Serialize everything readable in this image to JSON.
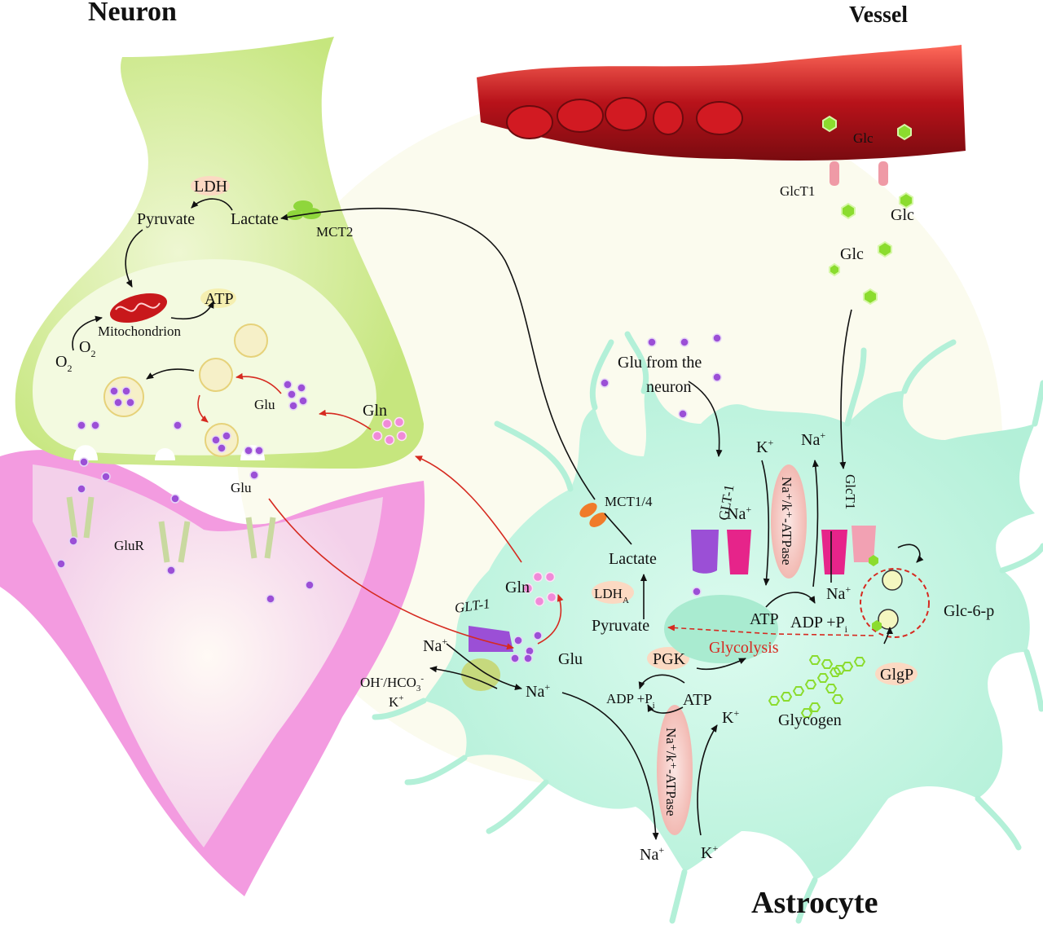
{
  "titles": {
    "neuron": "Neuron",
    "vessel": "Vessel",
    "astrocyte": "Astrocyte"
  },
  "neuron": {
    "ldh": "LDH",
    "pyruvate": "Pyruvate",
    "lactate": "Lactate",
    "mct2": "MCT2",
    "mitochondrion": "Mitochondrion",
    "atp": "ATP",
    "o2_a": "O",
    "o2_b": "O",
    "o2_sub": "2",
    "glu": "Glu",
    "gln": "Gln",
    "glu_cleft": "Glu",
    "glur": "GluR"
  },
  "vessel": {
    "glc_in": "Glc",
    "glct1": "GlcT1",
    "glc_a": "Glc",
    "glc_b": "Glc"
  },
  "astrocyte": {
    "glu_from_neuron_1": "Glu from the",
    "glu_from_neuron_2": "neuron",
    "mct14": "MCT1/4",
    "lactate": "Lactate",
    "ldha": "LDH",
    "ldha_sub": "A",
    "pyruvate": "Pyruvate",
    "glt1_top": "GLT-1",
    "na_top": "Na",
    "k_top": "K",
    "na_top_right": "Na",
    "pump_top": "Na⁺/k⁺-ATPase",
    "glct1": "GlcT1",
    "na_glct1": "Na",
    "atp": "ATP",
    "adp_pi": "ADP +P",
    "pi_sub": "i",
    "glc6p": "Glc-6-p",
    "glycolysis": "Glycolysis",
    "pgk": "PGK",
    "adp_pi_2": "ADP +P",
    "atp_2": "ATP",
    "glgp": "GlgP",
    "glycogen": "Glycogen",
    "glt1_left": "GLT-1",
    "gln": "Gln",
    "glu": "Glu",
    "na_left": "Na",
    "na_mid": "Na",
    "oh_hco3": "OH",
    "hco3": "/HCO",
    "k_left": "K",
    "pump_bottom": "Na⁺/k⁺-ATPase",
    "k_bottom_a": "K",
    "k_bottom_b": "K",
    "na_bottom": "Na"
  },
  "colors": {
    "neuron_fill": "#cde98a",
    "postsyn_fill": "#f39be0",
    "astro_fill": "#bff5e0",
    "vessel_fill": "#c8181b",
    "glu_dot": "#9b4fd6",
    "gln_dot": "#f08ad8",
    "glc_hex": "#8bdc2e",
    "red_arrow": "#d62a20"
  }
}
